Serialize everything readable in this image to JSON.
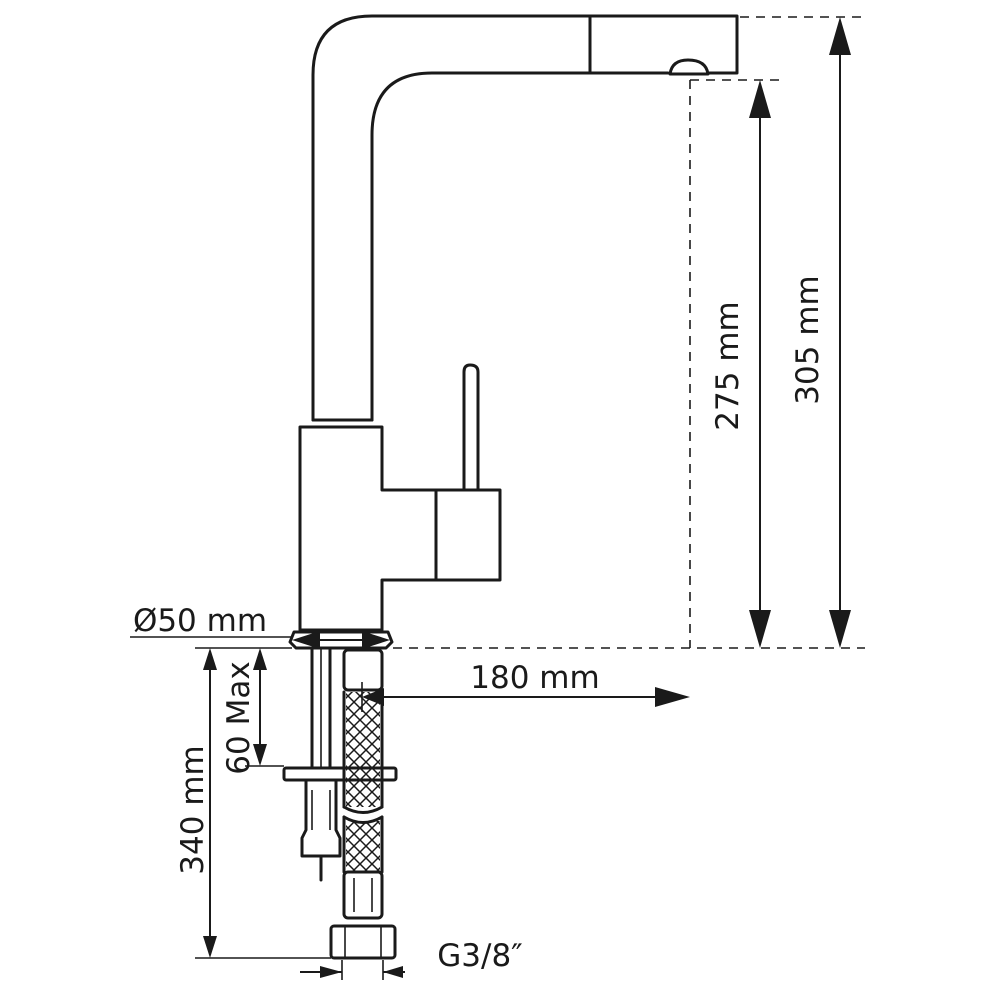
{
  "dimensions": {
    "height_total": "305 mm",
    "height_spout": "275 mm",
    "reach": "180 mm",
    "base_diameter": "Ø50 mm",
    "max_deck_thickness": "60 Max",
    "hose_length": "340 mm",
    "connection": "G3/8″"
  },
  "colors": {
    "line": "#1a1a1a",
    "background": "#ffffff"
  }
}
